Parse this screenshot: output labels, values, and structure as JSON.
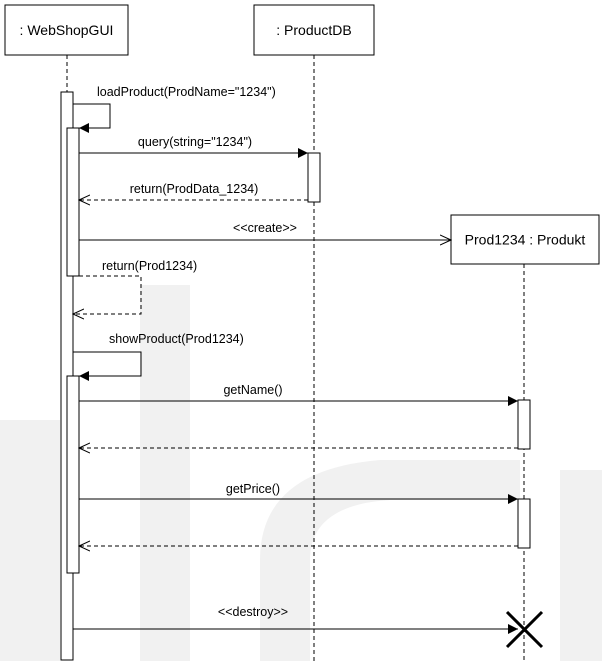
{
  "participants": {
    "webshop": ": WebShopGUI",
    "productdb": ": ProductDB",
    "produkt": "Prod1234 : Produkt"
  },
  "messages": {
    "load_product": "loadProduct(ProdName=\"1234\")",
    "query": "query(string=\"1234\")",
    "return_proddata": "return(ProdData_1234)",
    "create": "<<create>>",
    "return_prod": "return(Prod1234)",
    "show_product": "showProduct(Prod1234)",
    "get_name": "getName()",
    "get_price": "getPrice()",
    "destroy": "<<destroy>>"
  }
}
